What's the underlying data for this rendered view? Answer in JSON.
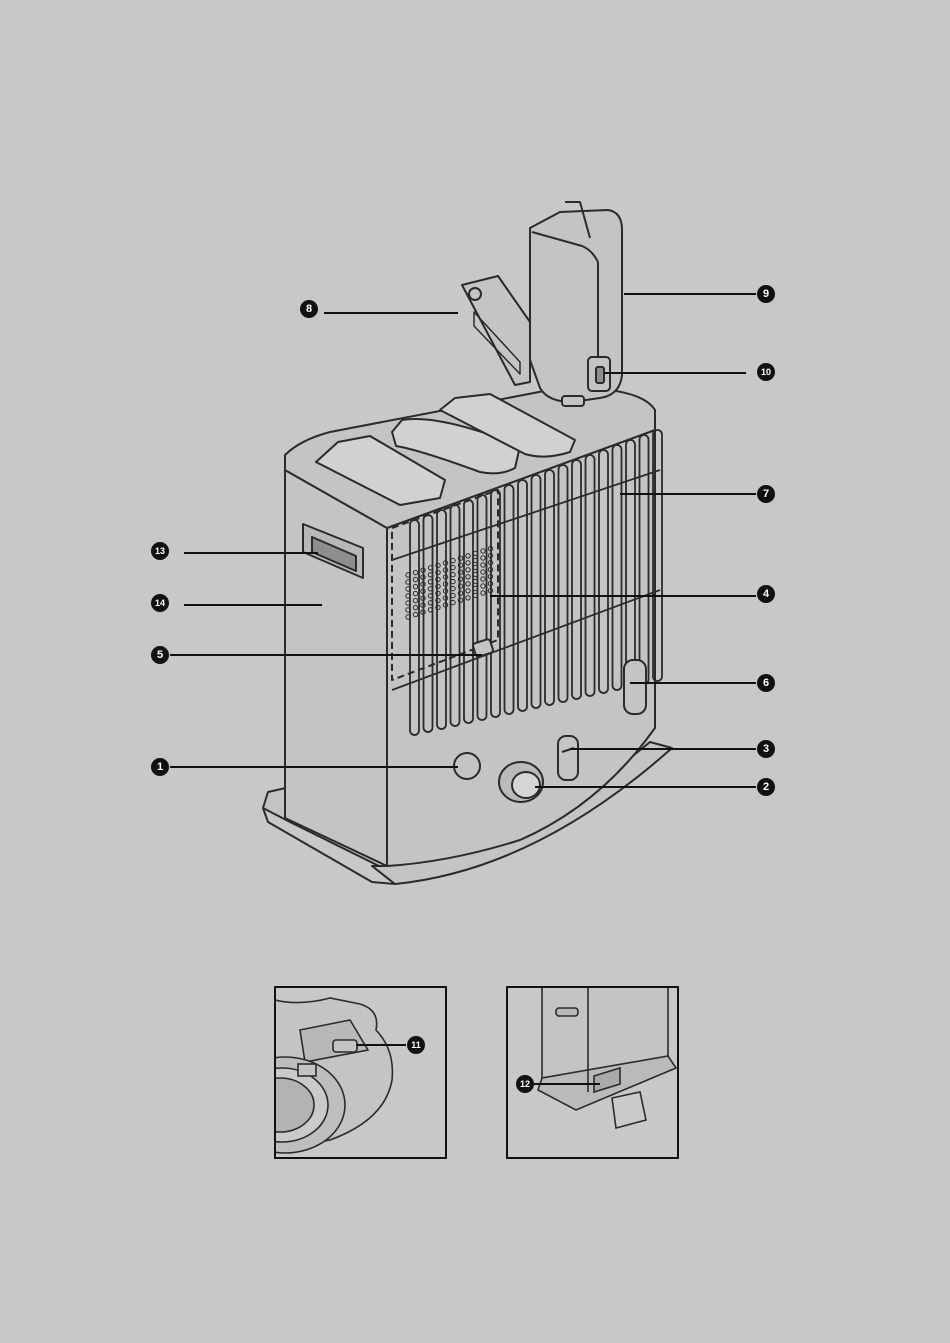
{
  "colors": {
    "background": "#c7c8c7",
    "line": "#2b2b2b",
    "body_fill": "#c3c4c3",
    "callout_fill": "#111111",
    "callout_text": "#ffffff"
  },
  "callouts": {
    "c1": {
      "label": "1",
      "part": "viewing-window"
    },
    "c2": {
      "label": "2",
      "part": "control-knob"
    },
    "c3": {
      "label": "3",
      "part": "fuel-gauge"
    },
    "c4": {
      "label": "4",
      "part": "burner-chamber"
    },
    "c5": {
      "label": "5",
      "part": "ignitor"
    },
    "c6": {
      "label": "6",
      "part": "front-slot"
    },
    "c7": {
      "label": "7",
      "part": "front-grille"
    },
    "c8": {
      "label": "8",
      "part": "tank-lid"
    },
    "c9": {
      "label": "9",
      "part": "fuel-tank"
    },
    "c10": {
      "label": "10",
      "part": "tank-cap"
    },
    "c11": {
      "label": "11",
      "part": "wick-clip"
    },
    "c12": {
      "label": "12",
      "part": "battery-compartment"
    },
    "c13": {
      "label": "13",
      "part": "carry-handle"
    },
    "c14": {
      "label": "14",
      "part": "side-casing"
    }
  },
  "icons": {
    "heater": "kerosene-heater-illustration",
    "detail_a": "burner-detail-illustration",
    "detail_b": "rear-view-illustration"
  }
}
